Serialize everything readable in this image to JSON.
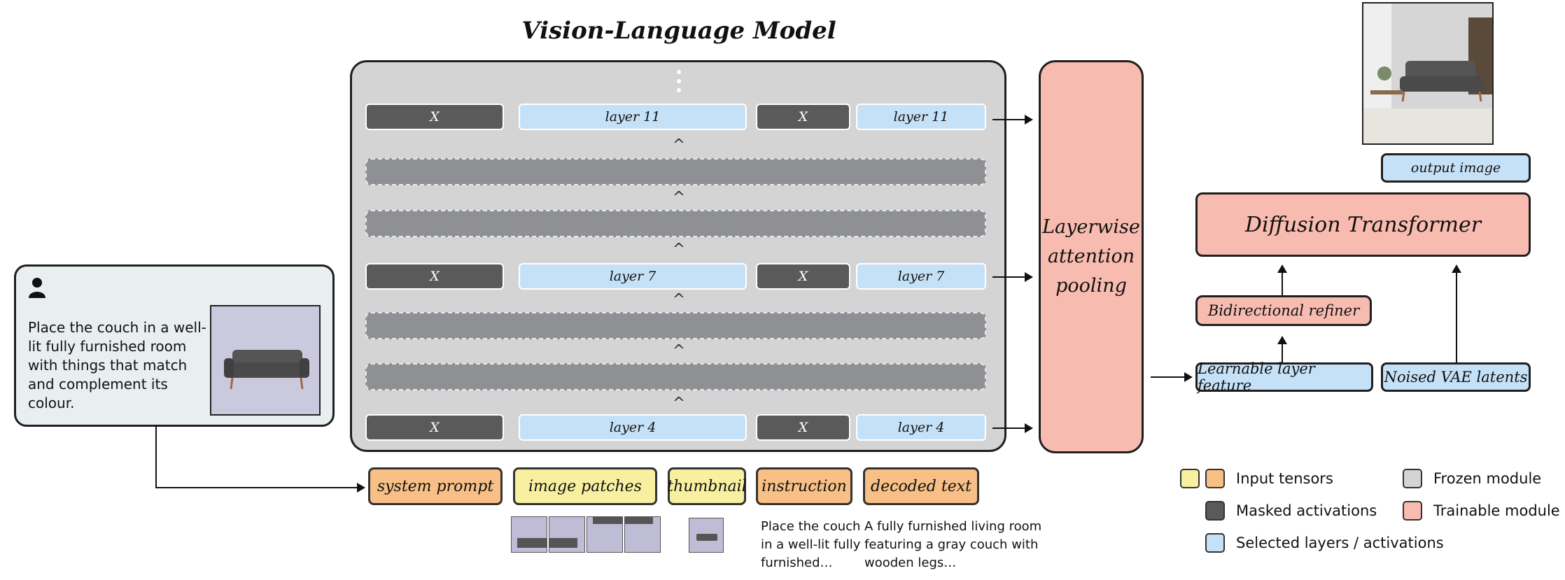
{
  "title": "Vision-Language Model",
  "vlm": {
    "masked_label": "X",
    "row_top": {
      "layer_label": "layer 11"
    },
    "row_mid": {
      "layer_label": "layer 7"
    },
    "row_bot": {
      "layer_label": "layer 4"
    },
    "caret": "^"
  },
  "pooling": {
    "label_line1": "Layerwise",
    "label_line2": "attention",
    "label_line3": "pooling"
  },
  "input": {
    "prompt": "Place the couch in a well-lit fully furnished room with things that match and complement its colour.",
    "user_icon": "user-icon"
  },
  "tokens": {
    "system_prompt": "system prompt",
    "image_patches": "image patches",
    "thumbnail": "thumbnail",
    "instruction": "instruction",
    "decoded_text": "decoded text"
  },
  "captions": {
    "instruction_line1": "Place the couch",
    "instruction_line2": "in a well-lit fully",
    "instruction_line3": "furnished…",
    "decoded_line1": "A fully furnished living room",
    "decoded_line2": "featuring a gray couch with",
    "decoded_line3": "wooden legs…"
  },
  "pipeline": {
    "output_image": "output image",
    "diffusion": "Diffusion Transformer",
    "refiner": "Bidirectional refiner",
    "learnable": "Learnable layer feature",
    "noised": "Noised VAE latents"
  },
  "legend": {
    "input_tensors": "Input tensors",
    "masked": "Masked activations",
    "selected": "Selected layers / activations",
    "frozen": "Frozen module",
    "trainable": "Trainable module"
  },
  "colors": {
    "selected_blue": "#c5e1f7",
    "trainable_red": "#f8bbb0",
    "input_orange": "#f8bf86",
    "input_yellow": "#f8f0a0",
    "masked_gray": "#5a5a5a",
    "frozen_gray": "#d4d4d4"
  }
}
